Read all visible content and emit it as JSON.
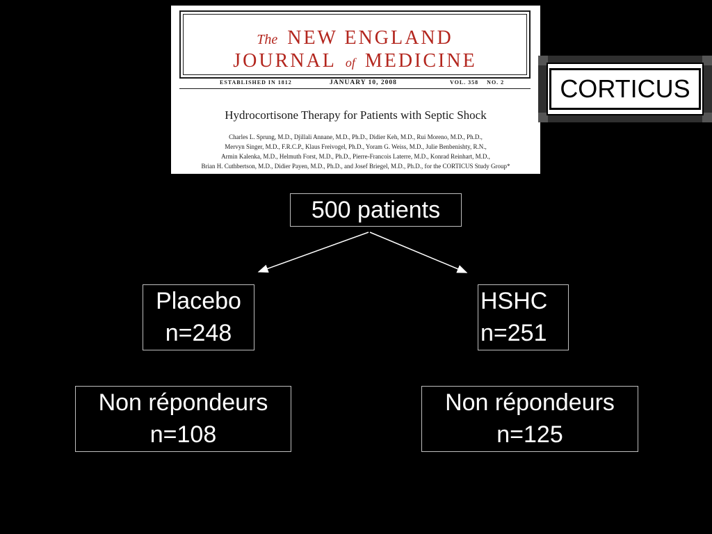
{
  "journal": {
    "title_article": "The",
    "title_word1": "NEW ENGLAND",
    "title_word2": "JOURNAL",
    "title_of": "of",
    "title_word3": "MEDICINE",
    "established": "ESTABLISHED IN 1812",
    "date": "JANUARY 10, 2008",
    "volume": "VOL. 358    NO. 2",
    "article_title": "Hydrocortisone Therapy for Patients with Septic Shock",
    "authors": [
      "Charles L. Sprung, M.D., Djillali Annane, M.D., Ph.D., Didier Keh, M.D., Rui Moreno, M.D., Ph.D.,",
      "Mervyn Singer, M.D., F.R.C.P., Klaus Freivogel, Ph.D., Yoram G. Weiss, M.D., Julie Benbenishty, R.N.,",
      "Armin Kalenka, M.D., Helmuth Forst, M.D., Ph.D., Pierre-Francois Laterre, M.D., Konrad Reinhart, M.D.,",
      "Brian H. Cuthbertson, M.D., Didier Payen, M.D., Ph.D., and Josef Briegel, M.D., Ph.D., for the CORTICUS Study Group*"
    ],
    "title_color": "#b3261e"
  },
  "study_label": "CORTICUS",
  "diagram": {
    "root": "500 patients",
    "left": {
      "line1": "Placebo",
      "line2": "n=248"
    },
    "right": {
      "line1": "HSHC",
      "line2": "n=251"
    },
    "left_sub": {
      "line1": "Non répondeurs",
      "line2": "n=108"
    },
    "right_sub": {
      "line1": "Non répondeurs",
      "line2": "n=125"
    }
  }
}
